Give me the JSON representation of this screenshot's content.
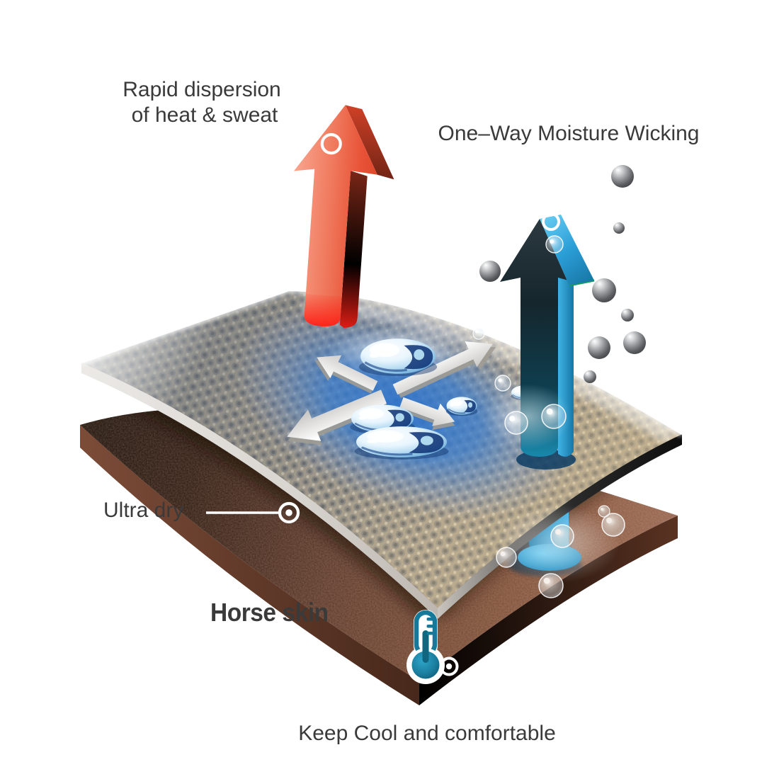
{
  "page": {
    "title": "One-Way Moisture Wicking fabric infographic",
    "background": "#ffffff"
  },
  "labels": {
    "rapid_dispersion_line1": "Rapid dispersion",
    "rapid_dispersion_line2": "of heat & sweat",
    "one_way_moisture": "One–Way Moisture Wicking",
    "ultra_dry": "Ultra dry",
    "horse_skin": "Horse skin",
    "keep_cool": "Keep Cool and comfortable"
  },
  "icons": {
    "heat_arrow": "red-up-arrow-icon",
    "moisture_arrow": "blue-up-arrow-icon",
    "dispersion": "four-way-dispersion-arrows-icon",
    "droplets": "water-droplet-icon",
    "vapor": "vapor-sphere-icon",
    "bubbles": "air-bubble-icon",
    "temperature": "thermometer-icon",
    "markers": "target-marker-icon"
  },
  "colors": {
    "text": "#3a3a3a",
    "red_arrow": "#ed5c41",
    "red_arrow_deep": "#e0482c",
    "blue_arrow_side": "#2196cf",
    "blue_arrow_front": "#1d2a31",
    "dispersion_glow": "#2e7fd2",
    "fabric_base": "#b2a58e",
    "fabric_knot": "#8e8b84",
    "fabric_edge": "#d8d4cf",
    "skin_dark": "#2e180e",
    "skin_mid": "#5a3526",
    "skin_light": "#8a573e",
    "thermometer_teal": "#17799a",
    "marker_white": "#ffffff"
  }
}
